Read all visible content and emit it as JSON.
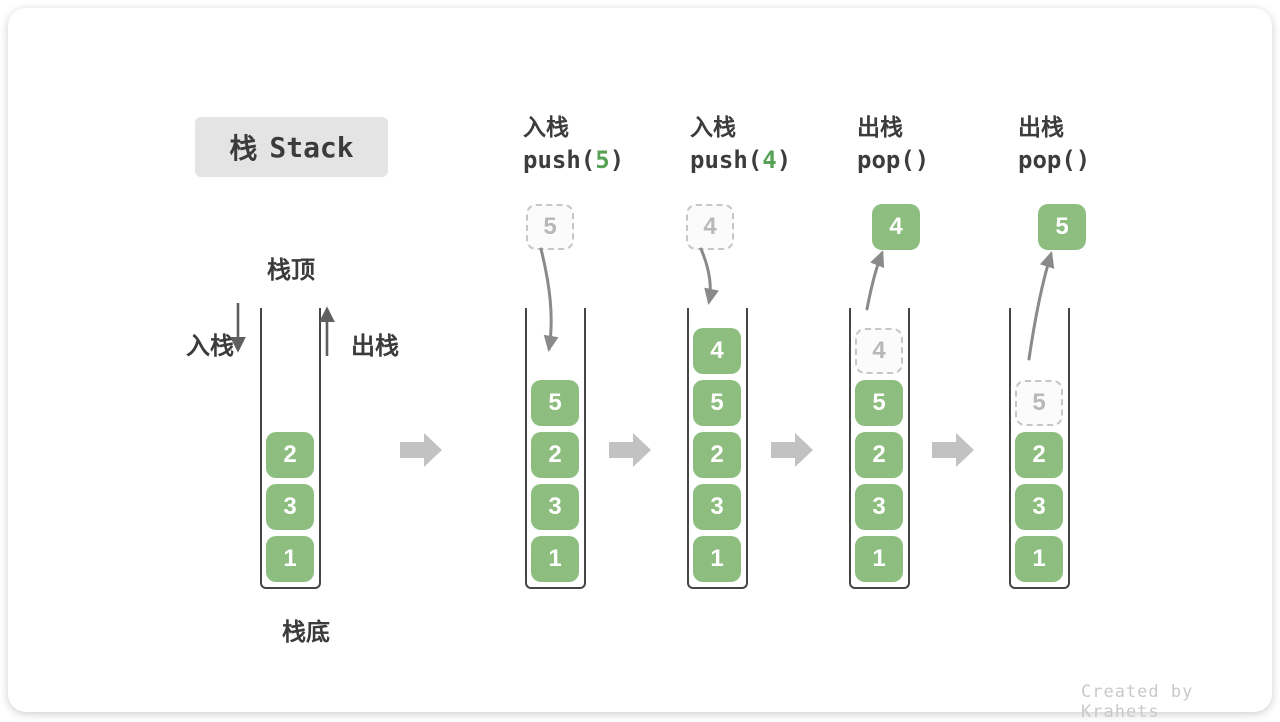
{
  "title": {
    "zh": "栈",
    "en": "Stack"
  },
  "labels": {
    "stack_top": "栈顶",
    "stack_bottom": "栈底",
    "push_side": "入栈",
    "pop_side": "出栈"
  },
  "operations": [
    {
      "zh": "入栈",
      "code_pre": "push(",
      "arg": "5",
      "code_post": ")"
    },
    {
      "zh": "入栈",
      "code_pre": "push(",
      "arg": "4",
      "code_post": ")"
    },
    {
      "zh": "出栈",
      "code_pre": "pop(",
      "arg": "",
      "code_post": ")"
    },
    {
      "zh": "出栈",
      "code_pre": "pop(",
      "arg": "",
      "code_post": ")"
    }
  ],
  "stacks": [
    {
      "floating": null,
      "cells": [
        {
          "v": "2",
          "type": "solid"
        },
        {
          "v": "3",
          "type": "solid"
        },
        {
          "v": "1",
          "type": "solid"
        }
      ]
    },
    {
      "floating": {
        "v": "5",
        "type": "ghost"
      },
      "cells": [
        {
          "v": "5",
          "type": "solid"
        },
        {
          "v": "2",
          "type": "solid"
        },
        {
          "v": "3",
          "type": "solid"
        },
        {
          "v": "1",
          "type": "solid"
        }
      ]
    },
    {
      "floating": {
        "v": "4",
        "type": "ghost"
      },
      "cells": [
        {
          "v": "4",
          "type": "solid"
        },
        {
          "v": "5",
          "type": "solid"
        },
        {
          "v": "2",
          "type": "solid"
        },
        {
          "v": "3",
          "type": "solid"
        },
        {
          "v": "1",
          "type": "solid"
        }
      ]
    },
    {
      "floating": {
        "v": "4",
        "type": "solid"
      },
      "cells": [
        {
          "v": "4",
          "type": "ghost"
        },
        {
          "v": "5",
          "type": "solid"
        },
        {
          "v": "2",
          "type": "solid"
        },
        {
          "v": "3",
          "type": "solid"
        },
        {
          "v": "1",
          "type": "solid"
        }
      ]
    },
    {
      "floating": {
        "v": "5",
        "type": "solid"
      },
      "cells": [
        {
          "v": "5",
          "type": "ghost"
        },
        {
          "v": "2",
          "type": "solid"
        },
        {
          "v": "3",
          "type": "solid"
        },
        {
          "v": "1",
          "type": "solid"
        }
      ]
    }
  ],
  "watermark": "Created by Krahets",
  "colors": {
    "block_green": "#8DBE80",
    "code_arg_green": "#57A257",
    "ghost_border": "#C6C6C6",
    "ghost_text": "#B8B8B8",
    "wall_gray": "#454545",
    "text_dark": "#3B3B3B",
    "flow_arrow_gray": "#C2C2C2",
    "curve_arrow_gray": "#8A8A8A",
    "watermark_gray": "#C9C9C9",
    "title_bg": "#E4E4E4"
  }
}
